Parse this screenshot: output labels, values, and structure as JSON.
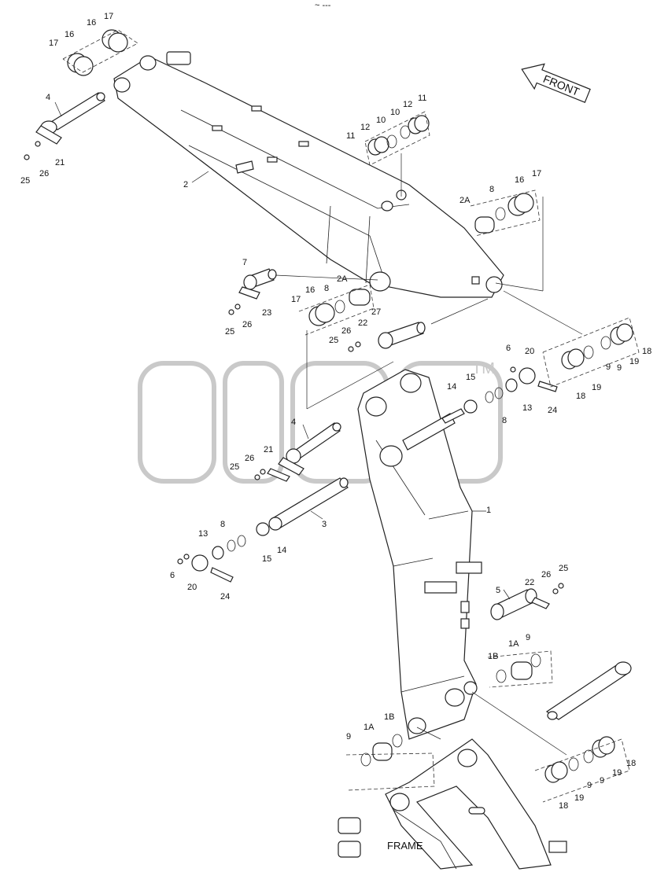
{
  "front_arrow_text": "FRONT",
  "frame_text": "FRAME",
  "trademark": "TM",
  "top_mark": "~ ---",
  "callouts": {
    "c17a": "17",
    "c16a": "16",
    "c17b": "17",
    "c16b": "16",
    "c4a": "4",
    "c21a": "21",
    "c26a": "26",
    "c25a": "25",
    "c2": "2",
    "c11a": "11",
    "c12a": "12",
    "c10a": "10",
    "c10b": "10",
    "c12b": "12",
    "c11b": "11",
    "c2A_a": "2A",
    "c8a": "8",
    "c16c": "16",
    "c17c": "17",
    "c7": "7",
    "c23": "23",
    "c26b": "26",
    "c25b": "25",
    "c17d": "17",
    "c16d": "16",
    "c8b": "8",
    "c2A_b": "2A",
    "c27": "27",
    "c22a": "22",
    "c26c": "26",
    "c25c": "25",
    "c18a": "18",
    "c19a": "19",
    "c9a": "9",
    "c9b": "9",
    "c19b": "19",
    "c18b": "18",
    "c6a": "6",
    "c20a": "20",
    "c14a": "14",
    "c15a": "15",
    "c13a": "13",
    "c8c": "8",
    "c24a": "24",
    "c4b": "4",
    "c21b": "21",
    "c26d": "26",
    "c25d": "25",
    "c1": "1",
    "c3": "3",
    "c13b": "13",
    "c8d": "8",
    "c6b": "6",
    "c20b": "20",
    "c24b": "24",
    "c15b": "15",
    "c14b": "14",
    "c5": "5",
    "c22b": "22",
    "c26e": "26",
    "c25e": "25",
    "c1B_a": "1B",
    "c1A_a": "1A",
    "c9c": "9",
    "c9d": "9",
    "c1A_b": "1A",
    "c1B_b": "1B",
    "c18c": "18",
    "c19c": "19",
    "c9e": "9",
    "c9f": "9",
    "c19d": "19",
    "c18d": "18"
  }
}
